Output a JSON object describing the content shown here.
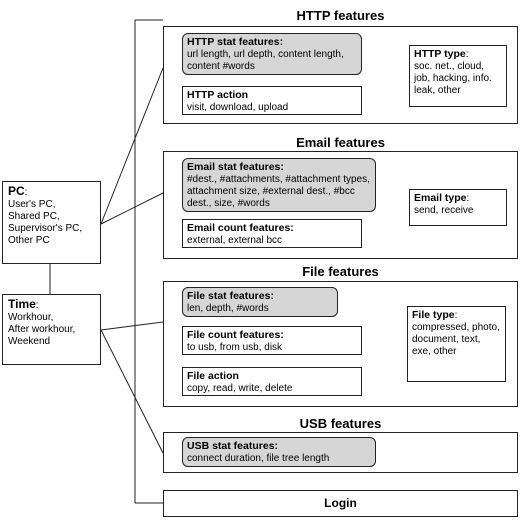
{
  "pc": {
    "label": "PC",
    "lines": [
      "User's PC,",
      "Shared PC,",
      "Supervisor's PC,",
      "Other PC"
    ]
  },
  "time": {
    "label": "Time",
    "lines": [
      "Workhour,",
      "After workhour,",
      "Weekend"
    ]
  },
  "http": {
    "title": "HTTP features",
    "stat": {
      "label": "HTTP stat features:",
      "text": "url length, url depth, content length, content #words"
    },
    "action": {
      "label": "HTTP action",
      "text": "visit, download, upload"
    },
    "type": {
      "label": "HTTP type",
      "text": "soc. net., cloud, job, hacking, info. leak, other"
    }
  },
  "email": {
    "title": "Email features",
    "stat": {
      "label": "Email stat features:",
      "text": "#dest., #attachments, #attachment types, attachment size, #external dest., #bcc dest., size, #words"
    },
    "count": {
      "label": "Email count features:",
      "text": "external, external bcc"
    },
    "type": {
      "label": "Email type",
      "text": "send, receive"
    }
  },
  "file": {
    "title": "File features",
    "stat": {
      "label": "File stat features:",
      "text": "len, depth, #words"
    },
    "count": {
      "label": "File count features:",
      "text": "to usb, from usb, disk"
    },
    "action": {
      "label": "File action",
      "text": "copy, read, write, delete"
    },
    "type": {
      "label": "File type",
      "text": "compressed, photo, document, text, exe, other"
    }
  },
  "usb": {
    "title": "USB features",
    "stat": {
      "label": "USB stat features:",
      "text": "connect duration, file tree length"
    }
  },
  "login": {
    "title": "Login"
  }
}
